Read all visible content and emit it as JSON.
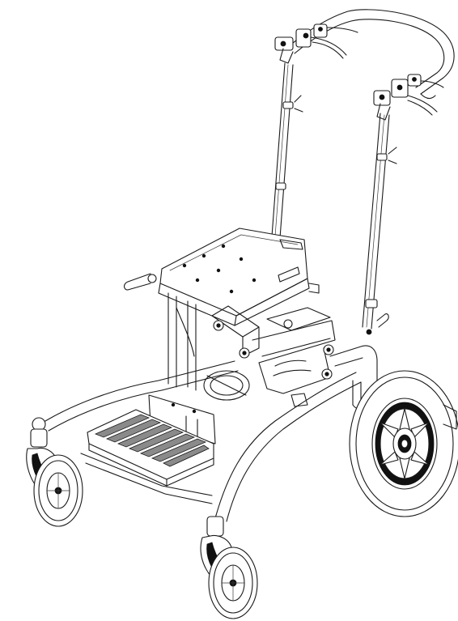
{
  "drawing": {
    "colors": {
      "line": "#1a1a1a",
      "fill": "#ffffff",
      "dark": "#111111",
      "tread": "#8a8a8a"
    },
    "parts": [
      "push-handle",
      "brake-levers",
      "upright-posts",
      "seat-plate",
      "seat-mechanism",
      "base-frame",
      "footplate",
      "front-caster-left",
      "front-caster-right",
      "rear-wheel"
    ]
  }
}
